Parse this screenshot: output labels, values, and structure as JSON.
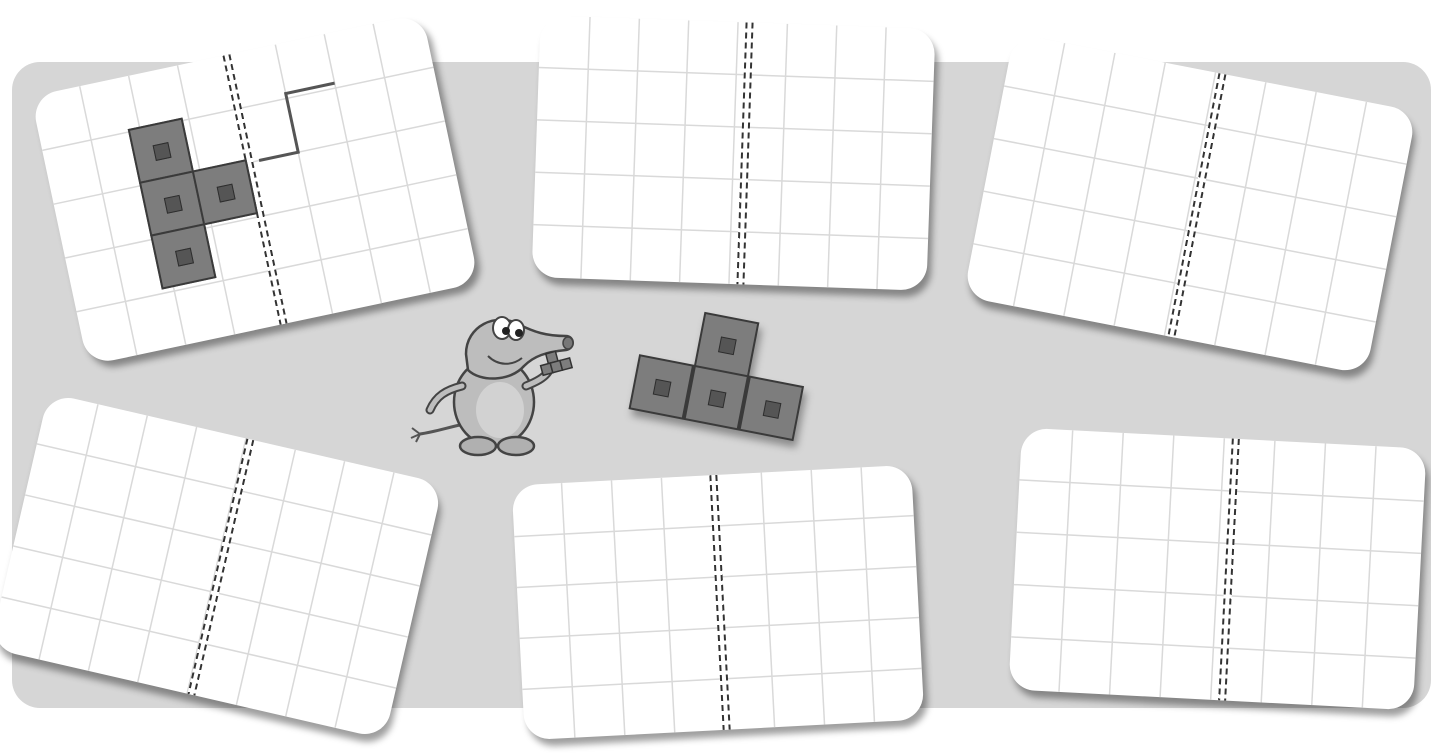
{
  "scene": {
    "cards": [
      {
        "id": "card-1",
        "has_reference_piece": true
      },
      {
        "id": "card-2",
        "has_reference_piece": false
      },
      {
        "id": "card-3",
        "has_reference_piece": false
      },
      {
        "id": "card-4",
        "has_reference_piece": false
      },
      {
        "id": "card-5",
        "has_reference_piece": false
      },
      {
        "id": "card-6",
        "has_reference_piece": false
      }
    ],
    "grid": {
      "columns": 8,
      "rows": 5
    },
    "piece_tiles": 4,
    "icons": [
      "mole-mascot-icon",
      "tetromino-piece-icon",
      "mirror-line-icon"
    ],
    "colors": {
      "backdrop": "#d6d6d6",
      "card": "#ffffff",
      "tile": "#7d7d7d",
      "tile_border": "#3a3a3a",
      "grid_line": "#d9d9d9"
    }
  }
}
